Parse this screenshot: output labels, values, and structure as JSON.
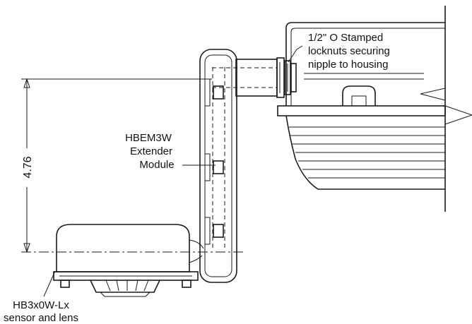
{
  "labels": {
    "locknut_line1": "1/2\" O Stamped",
    "locknut_line2": "locknuts securing",
    "locknut_line3": "nipple to housing",
    "module_line1": "HBEM3W",
    "module_line2": "Extender",
    "module_line3": "Module",
    "sensor_line1": "HB3x0W-Lx",
    "sensor_line2": "sensor and lens"
  },
  "dimension": {
    "value": "4.76"
  },
  "colors": {
    "ink": "#1a1a1a",
    "background": "#ffffff"
  }
}
